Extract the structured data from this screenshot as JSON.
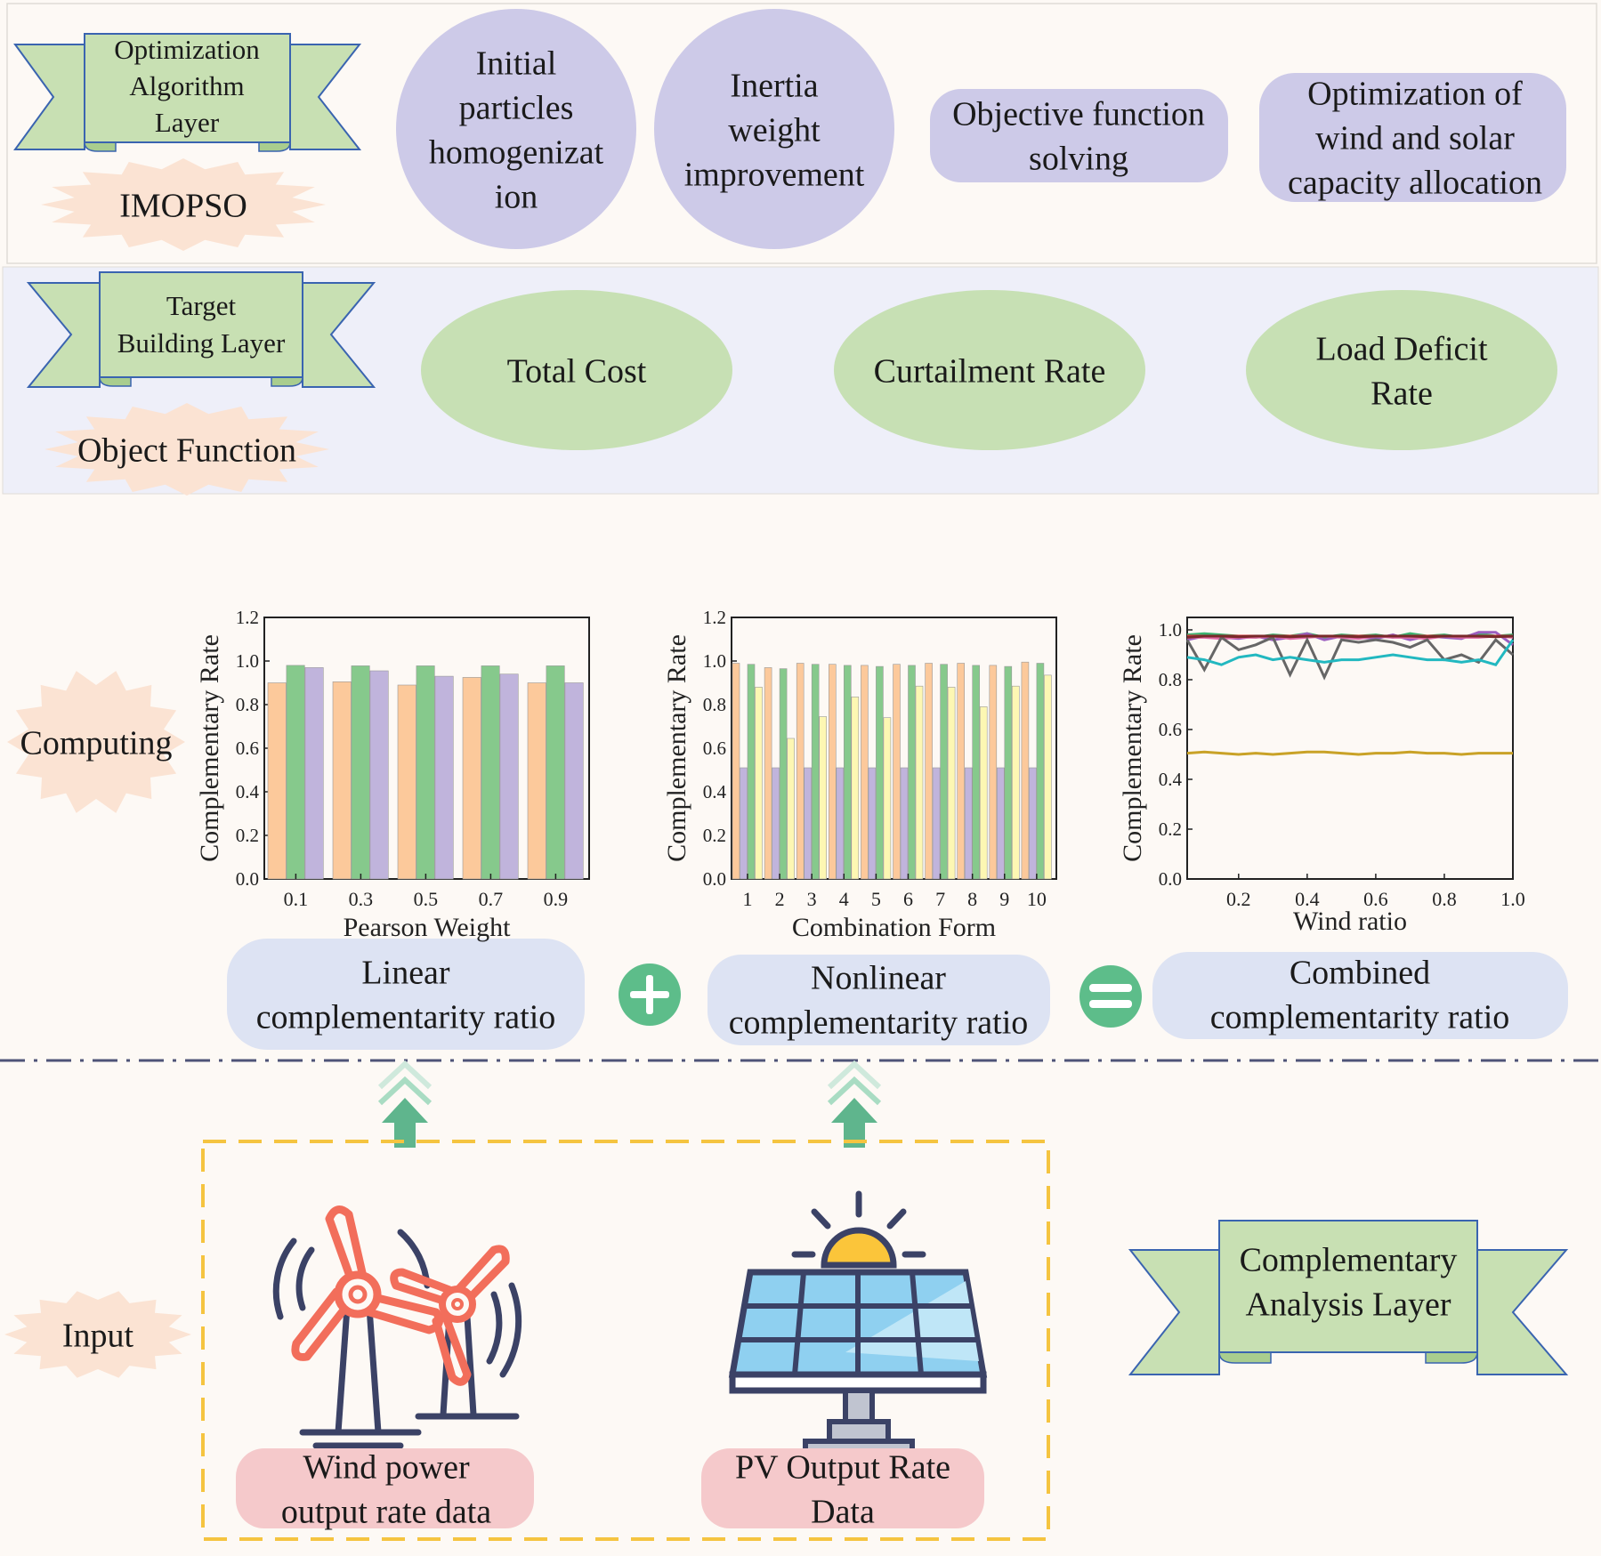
{
  "colors": {
    "page_bg": "#fdf9f5",
    "target_band_bg": "#eeeff9",
    "ribbon_green": "#c8e0b3",
    "ribbon_stroke": "#3a64b0",
    "burst_fill": "#fbe3d3",
    "lavender_node": "#cdcae8",
    "green_ellipse": "#c7e0b4",
    "ratio_box": "#dde3f3",
    "input_label_box": "#f5c9cb",
    "dashed_box": "#f5c440",
    "separator": "#4e5478",
    "operator_green": "#5dbd8a",
    "arrow_green": "#5fb58d",
    "bar_orange": "#fcc99b",
    "bar_green": "#86c98c",
    "bar_purple": "#c0b4dc",
    "bar_yellow": "#fdf7b3",
    "line_red": "#d43a3a",
    "line_green": "#3cb371",
    "line_purple": "#9b5fc0",
    "line_pink": "#e06aa8",
    "line_gray": "#666666",
    "line_teal": "#22b8c0",
    "line_gold": "#c9a227",
    "line_maroon": "#7a2a2a"
  },
  "optimization_layer": {
    "ribbon_label": [
      "Optimization",
      "Algorithm",
      "Layer"
    ],
    "burst_label": "IMOPSO",
    "nodes": [
      {
        "shape": "circle",
        "lines": [
          "Initial",
          "particles",
          "homogenizat",
          "ion"
        ]
      },
      {
        "shape": "circle",
        "lines": [
          "Inertia",
          "weight",
          "improvement"
        ]
      },
      {
        "shape": "pill",
        "lines": [
          "Objective function",
          "solving"
        ]
      },
      {
        "shape": "pill",
        "lines": [
          "Optimization of",
          "wind and solar",
          "capacity allocation"
        ]
      }
    ]
  },
  "target_layer": {
    "ribbon_label": [
      "Target",
      "Building Layer"
    ],
    "burst_label": "Object Function",
    "ellipses": [
      {
        "lines": [
          "Total Cost"
        ]
      },
      {
        "lines": [
          "Curtailment Rate"
        ]
      },
      {
        "lines": [
          "Load Deficit",
          "Rate"
        ]
      }
    ]
  },
  "computing_layer": {
    "burst_label": "Computing",
    "ratio_boxes": [
      {
        "lines": [
          "Linear",
          "complementarity ratio"
        ]
      },
      {
        "lines": [
          "Nonlinear",
          "complementarity ratio"
        ]
      },
      {
        "lines": [
          "Combined",
          "complementarity ratio"
        ]
      }
    ],
    "operators": [
      "plus-icon",
      "equals-icon"
    ]
  },
  "input_layer": {
    "burst_label": "Input",
    "ribbon_label": [
      "Complementary",
      "Analysis Layer"
    ],
    "sources": [
      {
        "icon": "wind-turbine-icon",
        "lines": [
          "Wind power",
          "output rate data"
        ]
      },
      {
        "icon": "solar-panel-icon",
        "lines": [
          "PV Output Rate",
          "Data"
        ]
      }
    ]
  },
  "chart_data": [
    {
      "type": "bar",
      "ylabel": "Complementary Rate",
      "xlabel": "Pearson Weight",
      "categories": [
        "0.1",
        "0.3",
        "0.5",
        "0.7",
        "0.9"
      ],
      "ylim": [
        0,
        1.2
      ],
      "yticks": [
        "0.0",
        "0.2",
        "0.4",
        "0.6",
        "0.8",
        "1.0",
        "1.2"
      ],
      "series": [
        {
          "color": "#fcc99b",
          "values": [
            0.9,
            0.905,
            0.89,
            0.925,
            0.9
          ]
        },
        {
          "color": "#86c98c",
          "values": [
            0.98,
            0.978,
            0.978,
            0.978,
            0.978
          ]
        },
        {
          "color": "#c0b4dc",
          "values": [
            0.97,
            0.955,
            0.93,
            0.94,
            0.9
          ]
        }
      ]
    },
    {
      "type": "bar",
      "ylabel": "Complementary Rate",
      "xlabel": "Combination Form",
      "categories": [
        "1",
        "2",
        "3",
        "4",
        "5",
        "6",
        "7",
        "8",
        "9",
        "10"
      ],
      "ylim": [
        0,
        1.2
      ],
      "yticks": [
        "0.0",
        "0.2",
        "0.4",
        "0.6",
        "0.8",
        "1.0",
        "1.2"
      ],
      "series": [
        {
          "color": "#fcc99b",
          "values": [
            0.99,
            0.97,
            0.99,
            0.985,
            0.98,
            0.985,
            0.99,
            0.99,
            0.98,
            0.995
          ]
        },
        {
          "color": "#c0b4dc",
          "values": [
            0.51,
            0.51,
            0.51,
            0.51,
            0.51,
            0.51,
            0.51,
            0.51,
            0.51,
            0.51
          ]
        },
        {
          "color": "#86c98c",
          "values": [
            0.985,
            0.965,
            0.985,
            0.98,
            0.975,
            0.98,
            0.985,
            0.98,
            0.975,
            0.99
          ]
        },
        {
          "color": "#fdf7b3",
          "values": [
            0.88,
            0.645,
            0.745,
            0.835,
            0.74,
            0.885,
            0.88,
            0.79,
            0.885,
            0.935
          ]
        }
      ]
    },
    {
      "type": "line",
      "ylabel": "Complementary Rate",
      "xlabel": "Wind ratio",
      "xlim": [
        0.05,
        1.0
      ],
      "ylim": [
        0,
        1.05
      ],
      "xticks": [
        "0.2",
        "0.4",
        "0.6",
        "0.8",
        "1.0"
      ],
      "yticks": [
        "0.0",
        "0.2",
        "0.4",
        "0.6",
        "0.8",
        "1.0"
      ],
      "x": [
        0.05,
        0.1,
        0.15,
        0.2,
        0.25,
        0.3,
        0.35,
        0.4,
        0.45,
        0.5,
        0.55,
        0.6,
        0.65,
        0.7,
        0.75,
        0.8,
        0.85,
        0.9,
        0.95,
        1.0
      ],
      "series": [
        {
          "color": "#3cb371",
          "values": [
            0.98,
            0.985,
            0.98,
            0.975,
            0.97,
            0.98,
            0.975,
            0.985,
            0.97,
            0.98,
            0.975,
            0.98,
            0.97,
            0.985,
            0.975,
            0.98,
            0.97,
            0.985,
            0.975,
            0.98
          ]
        },
        {
          "color": "#9b5fc0",
          "values": [
            0.96,
            0.975,
            0.97,
            0.965,
            0.975,
            0.96,
            0.97,
            0.985,
            0.96,
            0.975,
            0.97,
            0.965,
            0.98,
            0.96,
            0.975,
            0.97,
            0.965,
            0.99,
            0.99,
            0.94
          ]
        },
        {
          "color": "#e06aa8",
          "values": [
            0.97,
            0.97,
            0.965,
            0.97,
            0.97,
            0.975,
            0.965,
            0.97,
            0.975,
            0.97,
            0.965,
            0.975,
            0.97,
            0.97,
            0.965,
            0.975,
            0.97,
            0.97,
            0.975,
            0.97
          ]
        },
        {
          "color": "#666666",
          "values": [
            0.96,
            0.84,
            0.97,
            0.92,
            0.94,
            0.97,
            0.82,
            0.96,
            0.81,
            0.96,
            0.95,
            0.96,
            0.95,
            0.93,
            0.96,
            0.88,
            0.9,
            0.87,
            0.96,
            0.9
          ]
        },
        {
          "color": "#22b8c0",
          "values": [
            0.89,
            0.88,
            0.86,
            0.89,
            0.9,
            0.88,
            0.89,
            0.88,
            0.87,
            0.88,
            0.88,
            0.89,
            0.9,
            0.89,
            0.88,
            0.88,
            0.87,
            0.88,
            0.86,
            0.96
          ]
        },
        {
          "color": "#d43a3a",
          "values": [
            0.975,
            0.975,
            0.975,
            0.975,
            0.975,
            0.975,
            0.975,
            0.975,
            0.975,
            0.975,
            0.975,
            0.975,
            0.975,
            0.975,
            0.975,
            0.975,
            0.975,
            0.975,
            0.975,
            0.975
          ]
        },
        {
          "color": "#7a2a2a",
          "values": [
            0.97,
            0.975,
            0.975,
            0.972,
            0.975,
            0.975,
            0.972,
            0.975,
            0.975,
            0.975,
            0.972,
            0.975,
            0.975,
            0.975,
            0.972,
            0.975,
            0.975,
            0.975,
            0.972,
            0.975
          ]
        },
        {
          "color": "#c9a227",
          "values": [
            0.505,
            0.51,
            0.505,
            0.5,
            0.505,
            0.5,
            0.505,
            0.51,
            0.51,
            0.505,
            0.5,
            0.505,
            0.505,
            0.51,
            0.505,
            0.505,
            0.5,
            0.505,
            0.505,
            0.505
          ]
        }
      ]
    }
  ]
}
